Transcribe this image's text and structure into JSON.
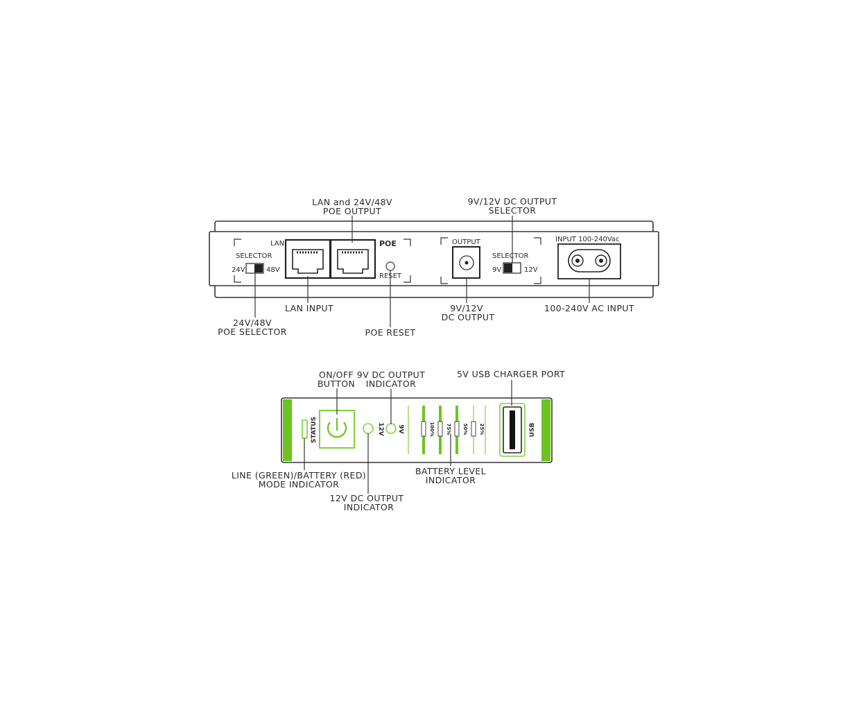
{
  "rear_panel": {
    "callouts": {
      "poe_output_l1": "LAN and 24V/48V",
      "poe_output_l2": "POE OUTPUT",
      "dc_selector_l1": "9V/12V DC OUTPUT",
      "dc_selector_l2": "SELECTOR",
      "lan_input": "LAN INPUT",
      "poe_selector_l1": "24V/48V",
      "poe_selector_l2": "POE SELECTOR",
      "poe_reset": "POE RESET",
      "dc_output_l1": "9V/12V",
      "dc_output_l2": "DC OUTPUT",
      "ac_input": "100-240V AC INPUT"
    },
    "labels": {
      "lan": "LAN",
      "poe": "POE",
      "selector_left": "SELECTOR",
      "v24": "24V",
      "v48": "48V",
      "reset": "RESET",
      "output": "OUTPUT",
      "selector_right": "SELECTOR",
      "v9": "9V",
      "v12": "12V",
      "input_rating": "INPUT 100-240Vac"
    }
  },
  "front_panel": {
    "callouts": {
      "onoff_l1": "ON/OFF",
      "onoff_l2": "BUTTON",
      "dc9_l1": "9V DC OUTPUT",
      "dc9_l2": "INDICATOR",
      "usb_port": "5V USB CHARGER PORT",
      "mode_l1": "LINE (GREEN)/BATTERY (RED)",
      "mode_l2": "MODE INDICATOR",
      "battery_l1": "BATTERY LEVEL",
      "battery_l2": "INDICATOR",
      "dc12_l1": "12V DC OUTPUT",
      "dc12_l2": "INDICATOR"
    },
    "labels": {
      "status": "STATUS",
      "v12": "12V",
      "v9": "9V",
      "usb": "USB",
      "b100": "100%",
      "b75": "75%",
      "b50": "50%",
      "b25": "25%"
    }
  },
  "colors": {
    "accent_green": "#6cc41f",
    "line": "#333333"
  }
}
